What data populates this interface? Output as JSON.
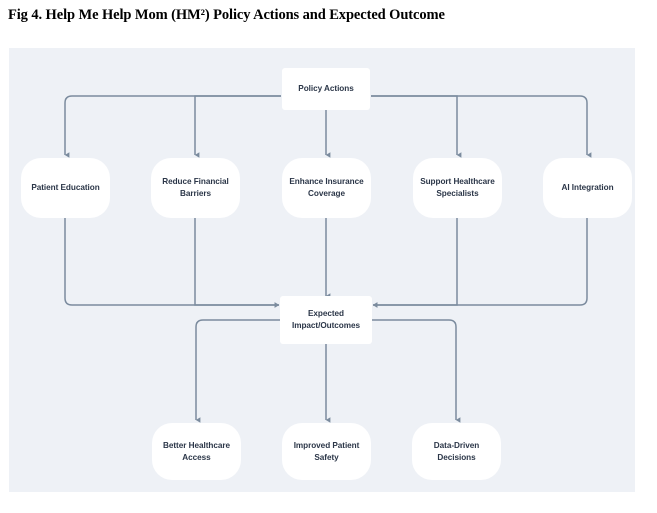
{
  "figure": {
    "title": "Fig 4. Help Me Help Mom (HM²) Policy Actions and Expected Outcome"
  },
  "colors": {
    "panel_background": "#eef1f6",
    "node_background": "#ffffff",
    "node_text": "#2b3648",
    "connector": "#7b8b9e",
    "title_text": "#000000"
  },
  "diagram": {
    "type": "flowchart",
    "root": {
      "id": "policy-actions",
      "label": "Policy Actions"
    },
    "outcome": {
      "id": "expected-outcomes",
      "label": "Expected\nImpact/Outcomes"
    },
    "policy_actions": [
      {
        "id": "patient-education",
        "label": "Patient Education"
      },
      {
        "id": "reduce-financial-barriers",
        "label": "Reduce Financial\nBarriers"
      },
      {
        "id": "enhance-insurance-coverage",
        "label": "Enhance Insurance\nCoverage"
      },
      {
        "id": "support-healthcare-specialists",
        "label": "Support Healthcare\nSpecialists"
      },
      {
        "id": "ai-integration",
        "label": "AI Integration"
      }
    ],
    "outcomes": [
      {
        "id": "better-healthcare-access",
        "label": "Better Healthcare\nAccess"
      },
      {
        "id": "improved-patient-safety",
        "label": "Improved Patient\nSafety"
      },
      {
        "id": "data-driven-decisions",
        "label": "Data-Driven\nDecisions"
      }
    ],
    "edges": [
      {
        "from": "policy-actions",
        "to": "patient-education"
      },
      {
        "from": "policy-actions",
        "to": "reduce-financial-barriers"
      },
      {
        "from": "policy-actions",
        "to": "enhance-insurance-coverage"
      },
      {
        "from": "policy-actions",
        "to": "support-healthcare-specialists"
      },
      {
        "from": "policy-actions",
        "to": "ai-integration"
      },
      {
        "from": "patient-education",
        "to": "expected-outcomes"
      },
      {
        "from": "reduce-financial-barriers",
        "to": "expected-outcomes"
      },
      {
        "from": "enhance-insurance-coverage",
        "to": "expected-outcomes"
      },
      {
        "from": "support-healthcare-specialists",
        "to": "expected-outcomes"
      },
      {
        "from": "ai-integration",
        "to": "expected-outcomes"
      },
      {
        "from": "expected-outcomes",
        "to": "better-healthcare-access"
      },
      {
        "from": "expected-outcomes",
        "to": "improved-patient-safety"
      },
      {
        "from": "expected-outcomes",
        "to": "data-driven-decisions"
      }
    ]
  }
}
